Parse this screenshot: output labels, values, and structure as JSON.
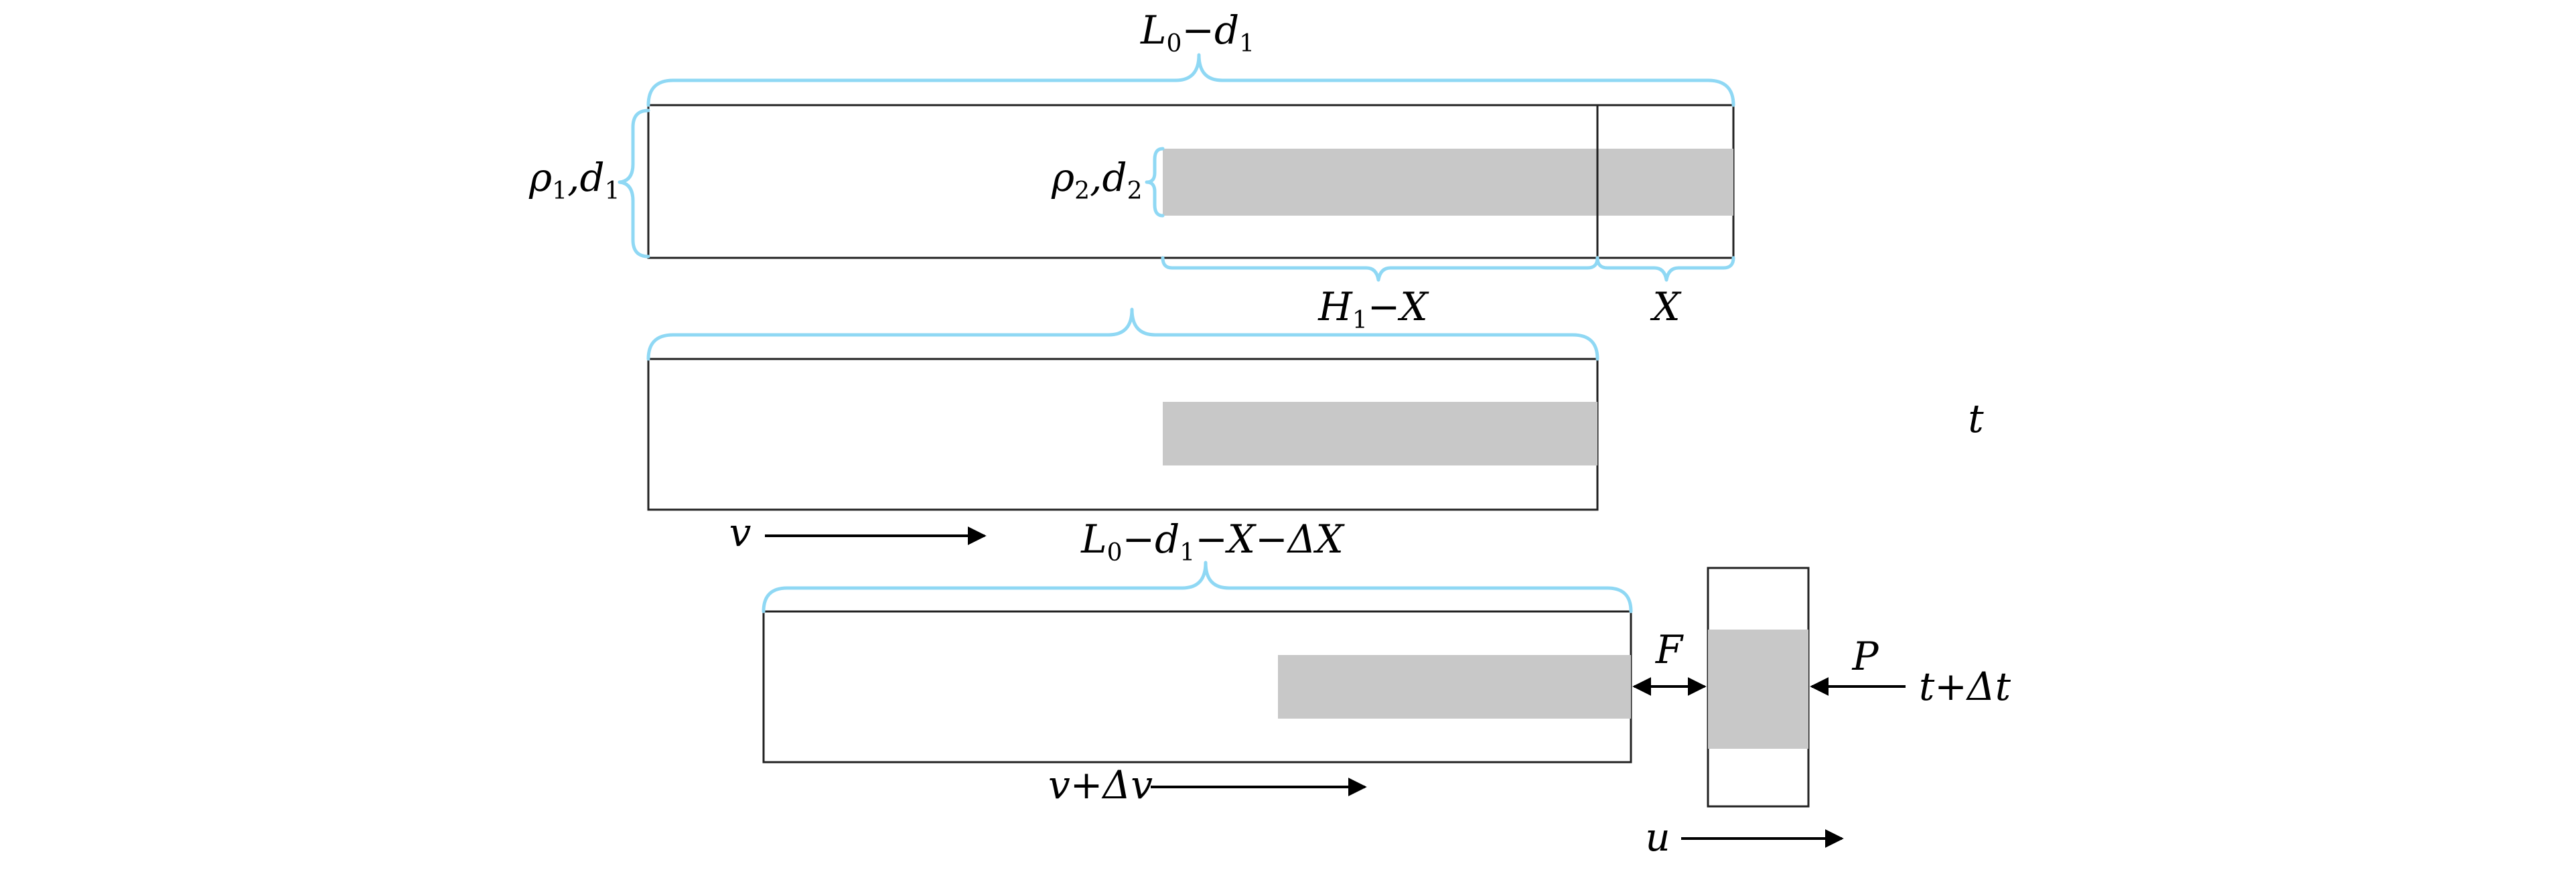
{
  "colors": {
    "brace": "#8fd8f4",
    "fill": "#c8c8c8",
    "outline": "#222222",
    "text": "#000000"
  },
  "labels": {
    "top_brace": {
      "main": "L",
      "sub": "0",
      "rest": "−d",
      "sub2": "1"
    },
    "left_brace": {
      "main": "ρ",
      "sub": "1",
      "rest": ",d",
      "sub2": "1"
    },
    "inner_brace": {
      "main": "ρ",
      "sub": "2",
      "rest": ",d",
      "sub2": "2"
    },
    "h_brace": {
      "main": "H",
      "sub": "1",
      "rest": "−X"
    },
    "x_brace": "X",
    "time_t": "t",
    "velocity_v": "v",
    "mid_brace": {
      "main": "L",
      "sub": "0",
      "rest": "−d",
      "sub2": "1",
      "rest2": "−X−ΔX"
    },
    "force_f": "F",
    "force_p": "P",
    "time_dt": "t+Δt",
    "velocity_dv": "v+Δv",
    "velocity_u": "u"
  }
}
